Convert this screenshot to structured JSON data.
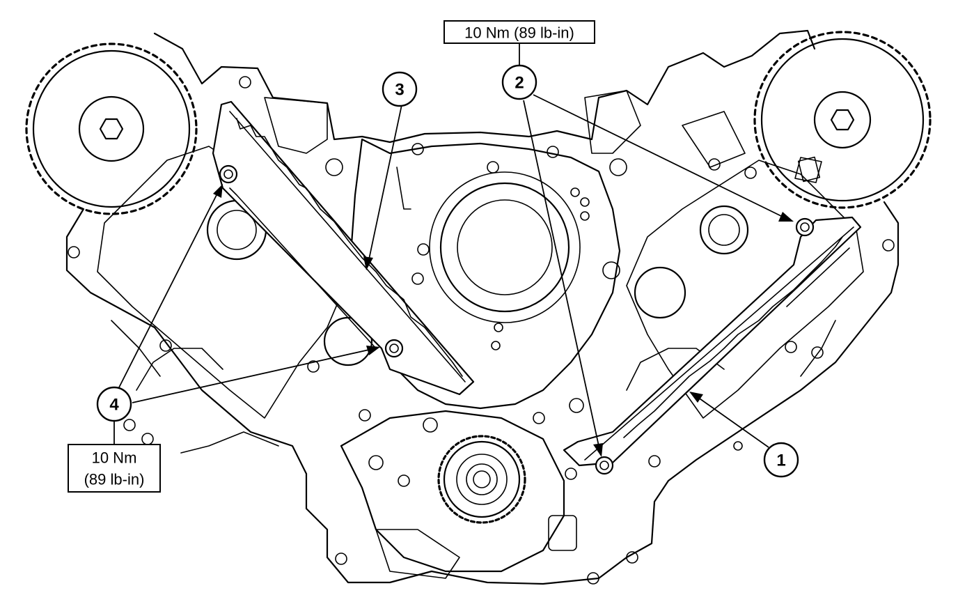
{
  "callouts": [
    {
      "id": "1",
      "label": "1"
    },
    {
      "id": "2",
      "label": "2"
    },
    {
      "id": "3",
      "label": "3"
    },
    {
      "id": "4",
      "label": "4"
    }
  ],
  "specs": {
    "top": "10 Nm (89 lb-in)",
    "left_line1": "10 Nm",
    "left_line2": "(89 lb-in)"
  }
}
